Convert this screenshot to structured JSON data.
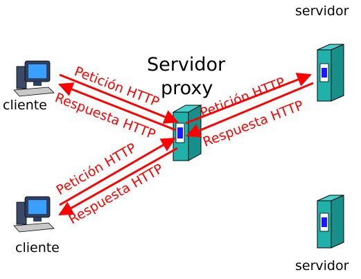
{
  "labels": {
    "server_top": "servidor",
    "server_bottom": "servidor",
    "client_top": "cliente",
    "client_bottom": "cliente",
    "proxy_line1": "Servidor",
    "proxy_line2": "proxy"
  },
  "messages": {
    "request": "Petición HTTP",
    "response": "Respuesta HTTP"
  },
  "colors": {
    "arrow": "#ff0000",
    "server_body": "#20b2aa",
    "server_panel": "#ffffff",
    "server_slot": "#1a1aff",
    "monitor": "#2f3f5f",
    "monitor_screen": "#3aa0ff"
  }
}
